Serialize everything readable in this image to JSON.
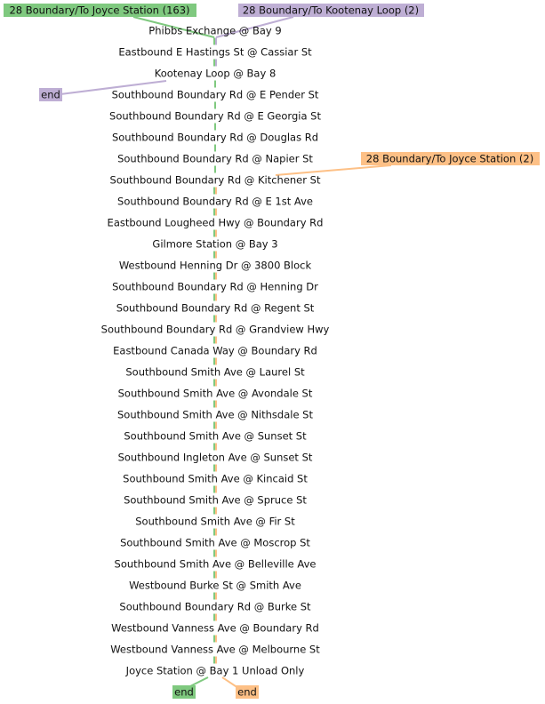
{
  "colors": {
    "green": "#7fc97f",
    "purple": "#beaed4",
    "orange": "#fdc086"
  },
  "tags": {
    "green_start": "28 Boundary/To Joyce Station (163)",
    "purple_start": "28 Boundary/To Kootenay Loop (2)",
    "orange_start": "28 Boundary/To Joyce Station (2)",
    "purple_end": "end",
    "green_end": "end",
    "orange_end": "end"
  },
  "stops": [
    "Phibbs Exchange @ Bay 9",
    "Eastbound E Hastings St @ Cassiar St",
    "Kootenay Loop @ Bay 8",
    "Southbound Boundary Rd @ E Pender St",
    "Southbound Boundary Rd @ E Georgia St",
    "Southbound Boundary Rd @ Douglas Rd",
    "Southbound Boundary Rd @ Napier St",
    "Southbound Boundary Rd @ Kitchener St",
    "Southbound Boundary Rd @ E 1st Ave",
    "Eastbound Lougheed Hwy @ Boundary Rd",
    "Gilmore Station @ Bay 3",
    "Westbound Henning Dr @ 3800 Block",
    "Southbound Boundary Rd @ Henning Dr",
    "Southbound Boundary Rd @ Regent St",
    "Southbound Boundary Rd @ Grandview Hwy",
    "Eastbound Canada Way @ Boundary Rd",
    "Southbound Smith Ave @ Laurel St",
    "Southbound Smith Ave @ Avondale St",
    "Southbound Smith Ave @ Nithsdale St",
    "Southbound Smith Ave @ Sunset St",
    "Southbound Ingleton Ave @ Sunset St",
    "Southbound Smith Ave @ Kincaid St",
    "Southbound Smith Ave @ Spruce St",
    "Southbound Smith Ave @ Fir St",
    "Southbound Smith Ave @ Moscrop St",
    "Southbound Smith Ave @ Belleville Ave",
    "Westbound Burke St @ Smith Ave",
    "Southbound Boundary Rd @ Burke St",
    "Westbound Vanness Ave @ Boundary Rd",
    "Westbound Vanness Ave @ Melbourne St",
    "Joyce Station @ Bay 1 Unload Only"
  ]
}
